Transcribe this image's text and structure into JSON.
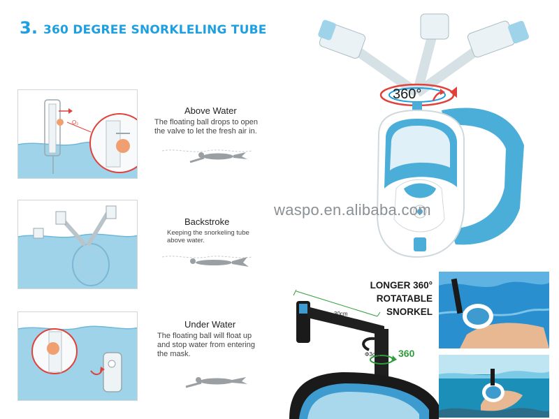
{
  "header": {
    "number": "3.",
    "title": "360 DEGREE SNORKLELING TUBE"
  },
  "modes": [
    {
      "title": "Above Water",
      "desc_line1": "The floating ball drops to open",
      "desc_line2": "the valve to let the fresh air in.",
      "inset_label": "O₂"
    },
    {
      "title": "Backstroke",
      "desc_line1": "Keeping the snorkeling tube",
      "desc_line2": "above water."
    },
    {
      "title": "Under Water",
      "desc_line1": "The floating ball will float up",
      "desc_line2": "and stop water from entering",
      "desc_line3": "the mask."
    }
  ],
  "watermark": "waspo.en.alibaba.com",
  "hero": {
    "rotation_label": "360°"
  },
  "snorkel": {
    "label_line1": "LONGER 360°",
    "label_line2": "ROTATABLE",
    "label_line3": "SNORKEL",
    "length_label": "30cm",
    "diameter_label": "Φ3cm",
    "rotation_label": "360"
  },
  "colors": {
    "brand_blue": "#1d9fe0",
    "mask_blue": "#4aaed9",
    "water": "#9fd3ea",
    "valve_orange": "#f0a070",
    "arrow_red": "#e0413a",
    "rotate_green": "#2e9d3a"
  }
}
